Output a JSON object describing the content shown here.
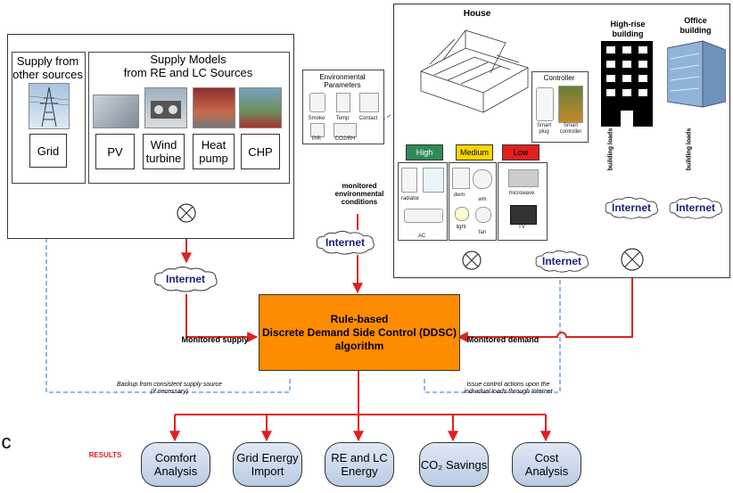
{
  "supply_other": {
    "title": "Supply from other sources",
    "grid": "Grid"
  },
  "supply_models": {
    "title_line1": "Supply Models",
    "title_line2": "from RE and LC Sources",
    "pv": "PV",
    "wind": "Wind turbine",
    "heat_pump": "Heat pump",
    "chp": "CHP"
  },
  "env": {
    "title": "Environmental Parameters",
    "smoke": "Smoke",
    "temp": "Temp",
    "contact": "Contact",
    "pir": "PIR",
    "co2rh": "CO2/RH",
    "monitored_line1": "monitored",
    "monitored_line2": "environmental",
    "monitored_line3": "conditions"
  },
  "house": {
    "title": "House"
  },
  "controller": {
    "title": "Controller",
    "smart_plug": "Smart plug",
    "smart_controller": "Smart controller"
  },
  "priorities": {
    "high": "High",
    "medium": "Medium",
    "low": "Low",
    "high_color": "#2e8b57",
    "medium_color": "#ffd700",
    "low_color": "#e02020"
  },
  "appliances": {
    "radiator": "radiator",
    "ac": "AC",
    "dwm": "dwm",
    "wm": "wm",
    "light": "light",
    "fan": "fan",
    "microwave": "microwave",
    "tv": "TV"
  },
  "buildings": {
    "highrise_line1": "High-rise",
    "highrise_line2": "building",
    "office_line1": "Office",
    "office_line2": "building",
    "loads": "building loads"
  },
  "internet": "Internet",
  "algorithm": {
    "line1": "Rule-based",
    "line2": "Discrete Demand Side Control (DDSC)",
    "line3": "algorithm",
    "fill": "#ff8c00"
  },
  "flows": {
    "monitored_supply": "Monitored supply",
    "monitored_demand": "Monitored demand",
    "backup_line1": "Backup from consistent  supply source",
    "backup_line2": "(if necessary)",
    "issue_line1": "Issue control actions upon the",
    "issue_line2": "individual loads through Internet"
  },
  "results": {
    "label": "RESULTS",
    "comfort": "Comfort Analysis",
    "grid_import": "Grid Energy Import",
    "re_lc": "RE and LC Energy",
    "co2": "CO₂ Savings",
    "cost": "Cost Analysis"
  },
  "edge_glyph": "c",
  "colors": {
    "red_arrow": "#e02020",
    "blue_arrow": "#5b8fd6"
  }
}
